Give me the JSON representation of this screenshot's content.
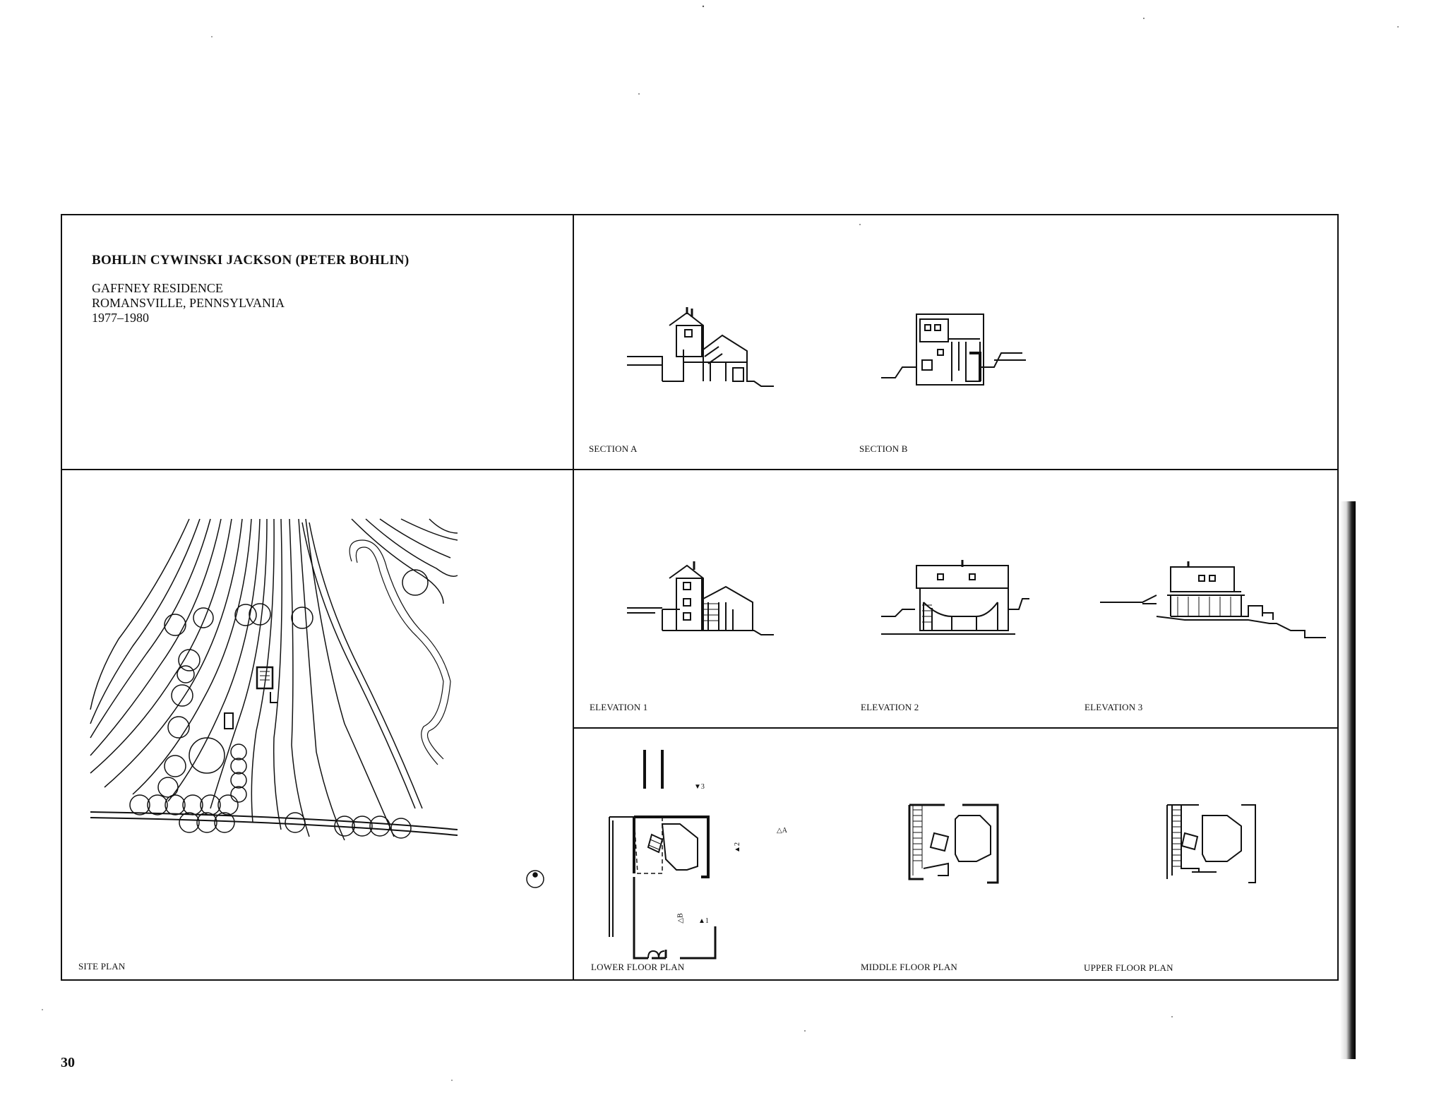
{
  "header": {
    "firm": "BOHLIN CYWINSKI JACKSON (PETER BOHLIN)",
    "project": "GAFFNEY RESIDENCE",
    "location": "ROMANSVILLE, PENNSYLVANIA",
    "years": "1977–1980"
  },
  "captions": {
    "section_a": "SECTION A",
    "section_b": "SECTION B",
    "elevation_1": "ELEVATION 1",
    "elevation_2": "ELEVATION 2",
    "elevation_3": "ELEVATION 3",
    "site_plan": "SITE PLAN",
    "lower_floor_plan": "LOWER FLOOR PLAN",
    "middle_floor_plan": "MIDDLE FLOOR PLAN",
    "upper_floor_plan": "UPPER FLOOR PLAN"
  },
  "plan_markers": {
    "marker_1": "1",
    "marker_2": "2",
    "marker_3": "3",
    "marker_a": "A",
    "marker_b": "B"
  },
  "page_number": "30",
  "colors": {
    "ink": "#111111",
    "paper": "#ffffff"
  }
}
